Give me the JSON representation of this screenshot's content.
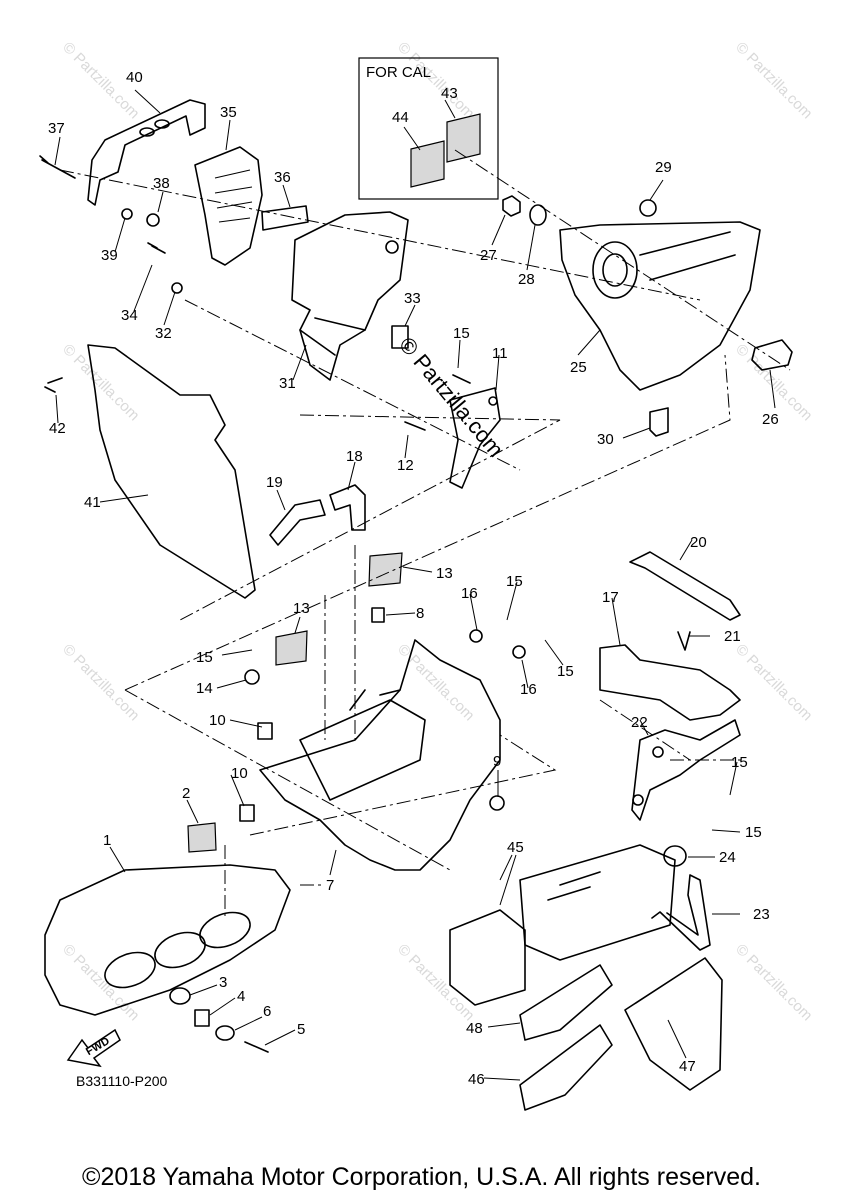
{
  "diagram": {
    "box_label": "FOR CAL",
    "fwd_label": "FWD",
    "part_number": "B331110-P200",
    "watermark": "© Partzilla.com",
    "stamp_watermark": "© Partzilla.com",
    "callouts": [
      "1",
      "2",
      "3",
      "4",
      "5",
      "6",
      "7",
      "8",
      "9",
      "10",
      "10",
      "11",
      "12",
      "13",
      "13",
      "14",
      "15",
      "15",
      "15",
      "15",
      "15",
      "15",
      "16",
      "16",
      "17",
      "18",
      "19",
      "20",
      "21",
      "22",
      "23",
      "24",
      "25",
      "26",
      "27",
      "28",
      "29",
      "30",
      "31",
      "32",
      "33",
      "34",
      "35",
      "36",
      "37",
      "38",
      "39",
      "40",
      "41",
      "42",
      "43",
      "44",
      "45",
      "46",
      "47",
      "48"
    ]
  },
  "footer": {
    "copyright": "©2018 Yamaha Motor Corporation, U.S.A. All rights reserved."
  }
}
